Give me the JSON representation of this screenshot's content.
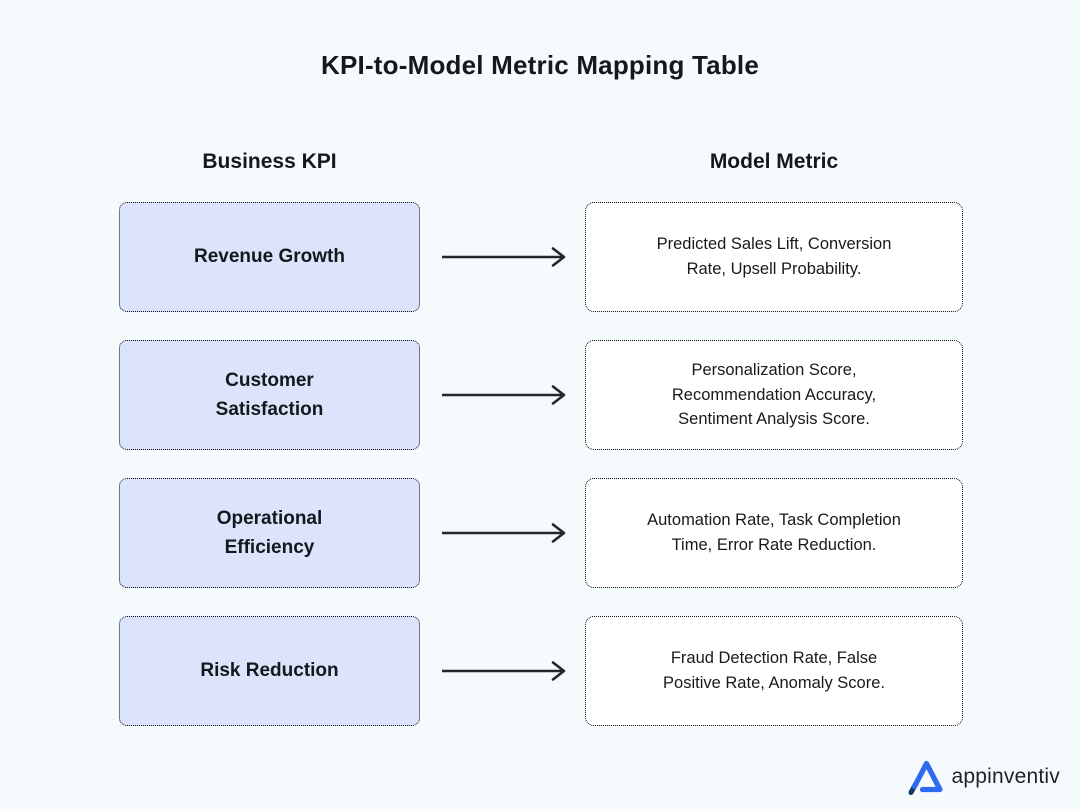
{
  "title": "KPI-to-Model Metric Mapping Table",
  "columns": {
    "left": "Business KPI",
    "right": "Model Metric"
  },
  "rows": [
    {
      "kpi": "Revenue Growth",
      "metrics": "Predicted Sales Lift, Conversion\nRate, Upsell Probability."
    },
    {
      "kpi": "Customer\nSatisfaction",
      "metrics": "Personalization Score,\nRecommendation Accuracy,\nSentiment Analysis Score."
    },
    {
      "kpi": "Operational\nEfficiency",
      "metrics": "Automation Rate, Task Completion\nTime, Error Rate Reduction."
    },
    {
      "kpi": "Risk Reduction",
      "metrics": "Fraud Detection Rate, False\nPositive Rate, Anomaly Score."
    }
  ],
  "branding": {
    "logo_text": "appinventiv"
  },
  "icons": {
    "arrow": "arrow-right-icon",
    "logo_mark": "appinventiv-a-icon"
  },
  "colors": {
    "background": "#f5fafd",
    "kpi_box_fill": "#dbe4fa",
    "metric_box_fill": "#ffffff",
    "box_border": "#0c0c0c",
    "arrow": "#22272e",
    "text": "#15181c",
    "logo_blue": "#2e6bf0",
    "logo_navy": "#17395f",
    "logo_text": "#1f2329"
  }
}
